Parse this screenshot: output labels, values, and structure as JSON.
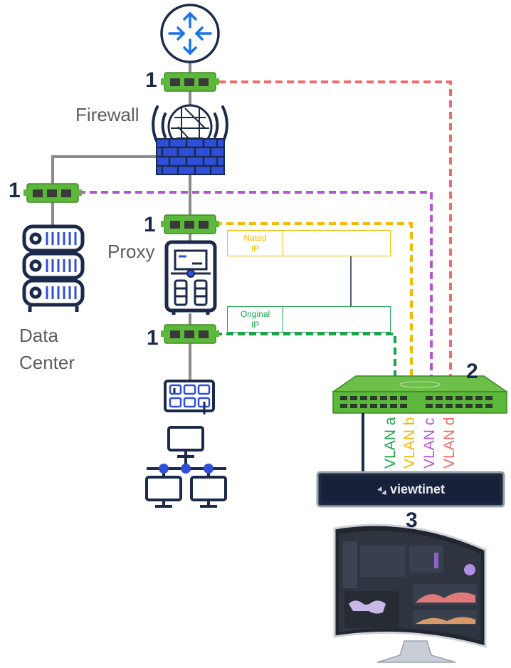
{
  "labels": {
    "firewall": "Firewall",
    "proxy": "Proxy",
    "data_center_line1": "Data",
    "data_center_line2": "Center",
    "nated_ip_line1": "Nated",
    "nated_ip_line2": "IP",
    "original_ip_line1": "Original",
    "original_ip_line2": "IP",
    "brand": "viewtinet"
  },
  "tap_numbers": [
    "1",
    "1",
    "1",
    "1"
  ],
  "step_numbers": {
    "switch": "2",
    "appliance": "3"
  },
  "vlans": [
    {
      "label": "VLAN a",
      "color": "#1aa34a"
    },
    {
      "label": "VLAN b",
      "color": "#f5b800"
    },
    {
      "label": "VLAN c",
      "color": "#b455d1"
    },
    {
      "label": "VLAN d",
      "color": "#f26a6a"
    }
  ],
  "colors": {
    "tap_green": "#5cb83a",
    "router_blue": "#1a73e8",
    "firewall_blue": "#2f4fd8",
    "navy": "#1b2a4a",
    "line_gray": "#8a8a8a",
    "nated_box": "#f5b800",
    "original_box": "#1aa34a"
  },
  "icons": [
    "router-icon",
    "firewall-icon",
    "server-rack-icon",
    "proxy-server-icon",
    "network-switch-icon",
    "lan-computers-icon",
    "packet-broker-icon",
    "viewtinet-appliance-icon",
    "monitor-dashboard-icon"
  ]
}
